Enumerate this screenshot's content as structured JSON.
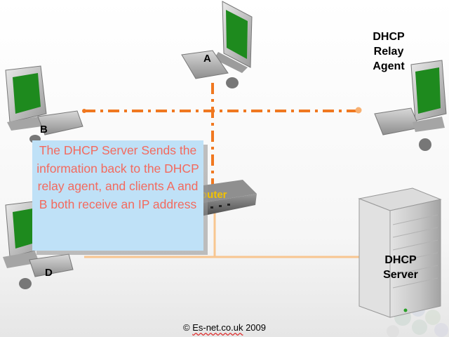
{
  "labels": {
    "client_a": "A",
    "client_b": "B",
    "client_d": "D",
    "relay_agent": [
      "DHCP",
      "Relay",
      "Agent"
    ],
    "dhcp_server": [
      "DHCP",
      "Server"
    ],
    "router": "outer"
  },
  "callout": {
    "text": "The DHCP Server Sends the information back to the DHCP relay agent, and clients A and B both receive an IP address"
  },
  "footer": {
    "prefix": "© ",
    "host": "Es-net.co.uk",
    "year": " 2009"
  },
  "colors": {
    "broadcast_line": "#f07820",
    "unicast_line": "#f8c690",
    "screen": "#1e8a1e",
    "callout_bg": "#bfe1f7",
    "callout_text": "#f36a5e",
    "router_text": "#f2c200"
  }
}
